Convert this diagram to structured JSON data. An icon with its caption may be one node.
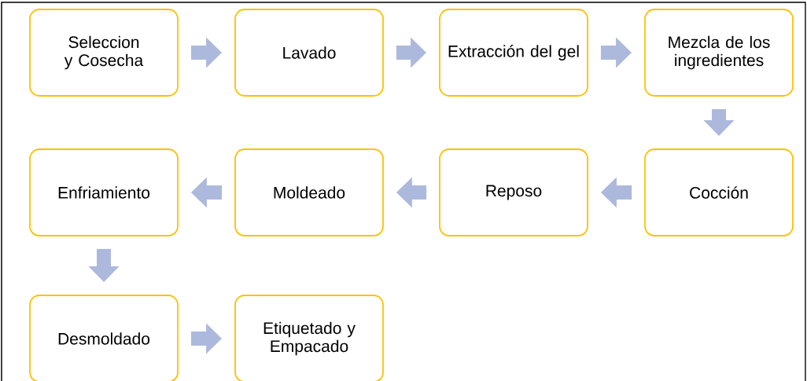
{
  "diagram": {
    "nodes": [
      {
        "text": [
          "Seleccion y Cosecha"
        ]
      },
      {
        "text": [
          "Lavado"
        ]
      },
      {
        "text": [
          "Extracción del gel"
        ]
      },
      {
        "text": [
          "Mezcla de los ingredientes"
        ]
      },
      {
        "text": [
          "Enfriamiento"
        ]
      },
      {
        "text": [
          "Moldeado"
        ]
      },
      {
        "text": [
          "Reposo"
        ]
      },
      {
        "text": [
          "Cocción"
        ]
      },
      {
        "text": [
          "Desmoldado"
        ]
      },
      {
        "text": [
          "Etiquetado y Empacado"
        ]
      }
    ],
    "edges": [
      {
        "from": 0,
        "to": 1,
        "arrow": "to"
      },
      {
        "from": 1,
        "to": 2,
        "arrow": "to"
      },
      {
        "from": 2,
        "to": 3,
        "arrow": "to"
      },
      {
        "from": 3,
        "to": 7,
        "arrow": "to"
      },
      {
        "from": 7,
        "to": 6,
        "arrow": "to"
      },
      {
        "from": 6,
        "to": 5,
        "arrow": "to"
      },
      {
        "from": 5,
        "to": 4,
        "arrow": "to"
      },
      {
        "from": 4,
        "to": 8,
        "arrow": "to"
      },
      {
        "from": 8,
        "to": 9,
        "arrow": "to"
      }
    ]
  }
}
